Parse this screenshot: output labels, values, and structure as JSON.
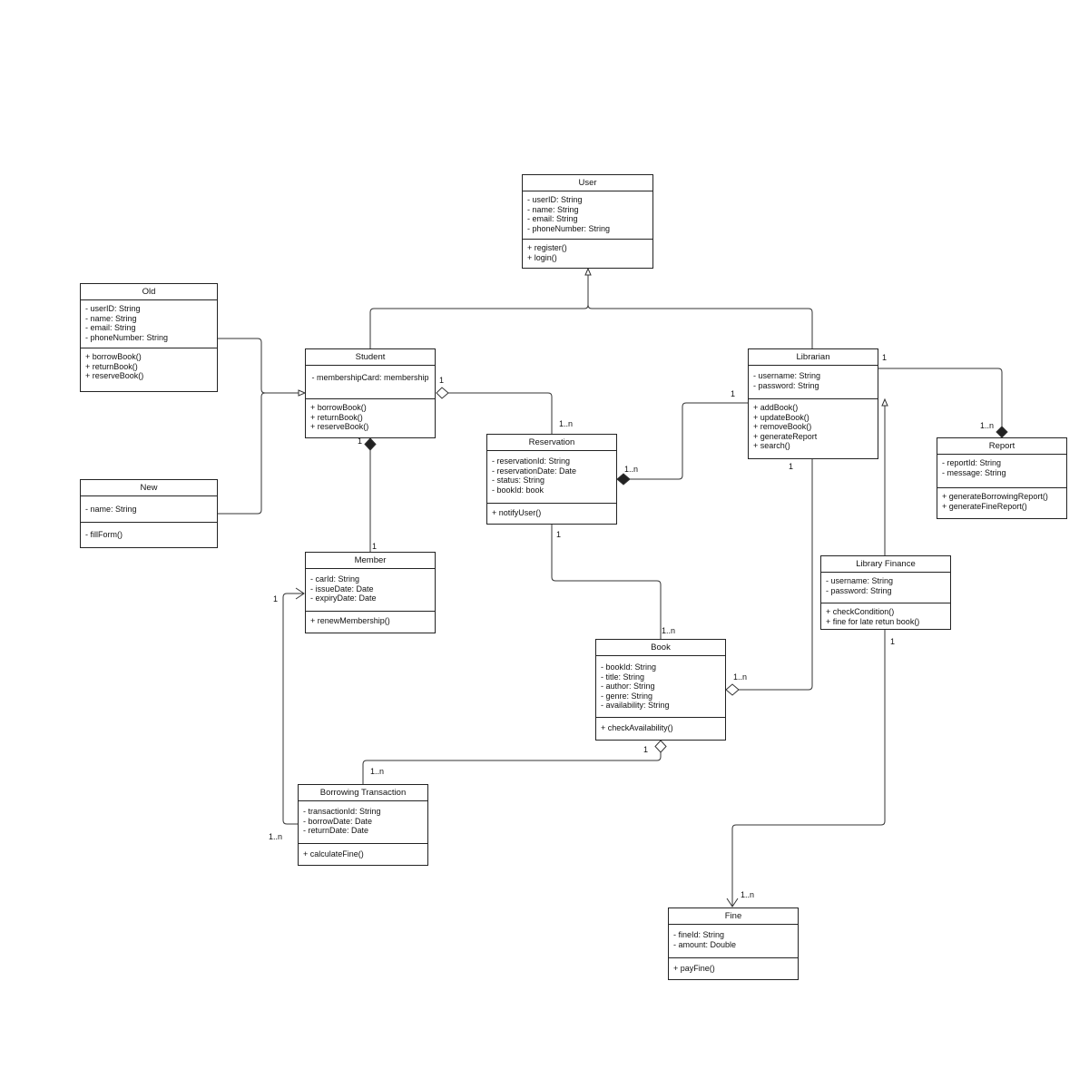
{
  "classes": {
    "user": {
      "name": "User",
      "attributes": [
        "- userID: String",
        "- name: String",
        "- email: String",
        "- phoneNumber: String"
      ],
      "operations": [
        "+ register()",
        "+ login()"
      ]
    },
    "old": {
      "name": "Old",
      "attributes": [
        "- userID: String",
        "- name: String",
        "- email: String",
        "- phoneNumber: String"
      ],
      "operations": [
        "+ borrowBook()",
        "+ returnBook()",
        "+ reserveBook()"
      ]
    },
    "new": {
      "name": "New",
      "attributes": [
        "- name: String"
      ],
      "operations": [
        "- fillForm()"
      ]
    },
    "student": {
      "name": "Student",
      "attributes": [
        "- membershipCard: membership"
      ],
      "operations": [
        "+ borrowBook()",
        "+ returnBook()",
        "+ reserveBook()"
      ]
    },
    "librarian": {
      "name": "Librarian",
      "attributes": [
        "- username: String",
        "- password: String"
      ],
      "operations": [
        "+ addBook()",
        "+ updateBook()",
        "+ removeBook()",
        "+ generateReport",
        "+ search()"
      ]
    },
    "report": {
      "name": "Report",
      "attributes": [
        "- reportId: String",
        "- message: String"
      ],
      "operations": [
        "+ generateBorrowingReport()",
        "+ generateFineReport()"
      ]
    },
    "reservation": {
      "name": "Reservation",
      "attributes": [
        "- reservationId: String",
        "- reservationDate: Date",
        "- status: String",
        "- bookId: book"
      ],
      "operations": [
        "+ notifyUser()"
      ]
    },
    "member": {
      "name": "Member",
      "attributes": [
        "- carId: String",
        "- issueDate: Date",
        "- expiryDate: Date"
      ],
      "operations": [
        "+ renewMembership()"
      ]
    },
    "library_finance": {
      "name": "Library Finance",
      "attributes": [
        "- username: String",
        "- password: String"
      ],
      "operations": [
        "+ checkCondition()",
        "+ fine for late retun book()"
      ]
    },
    "book": {
      "name": "Book",
      "attributes": [
        "- bookId: String",
        "- title: String",
        "- author: String",
        "- genre: String",
        "- availability: String"
      ],
      "operations": [
        "+ checkAvailability()"
      ]
    },
    "borrowing_transaction": {
      "name": "Borrowing Transaction",
      "attributes": [
        "- transactionId: String",
        "- borrowDate: Date",
        "- returnDate: Date"
      ],
      "operations": [
        "+ calculateFine()"
      ]
    },
    "fine": {
      "name": "Fine",
      "attributes": [
        "- fineId: String",
        "- amount: Double"
      ],
      "operations": [
        "+ payFine()"
      ]
    }
  },
  "multiplicities": {
    "student_reservation_src": "1",
    "student_reservation_dst": "1..n",
    "student_member_src": "1",
    "student_member_dst": "1",
    "librarian_report_src": "1",
    "librarian_report_dst": "1..n",
    "librarian_reservation_src": "1",
    "librarian_reservation_dst": "1..n",
    "librarian_book_src": "1",
    "librarian_book_dst": "1..n",
    "reservation_book_src": "1",
    "reservation_book_dst": "1..n",
    "member_transaction_src": "1",
    "member_transaction_dst": "1..n",
    "book_transaction_src": "1",
    "book_transaction_dst": "1..n",
    "finance_fine_src": "1",
    "finance_fine_dst": "1..n"
  },
  "colors": {
    "line": "#222222",
    "background": "#ffffff"
  }
}
